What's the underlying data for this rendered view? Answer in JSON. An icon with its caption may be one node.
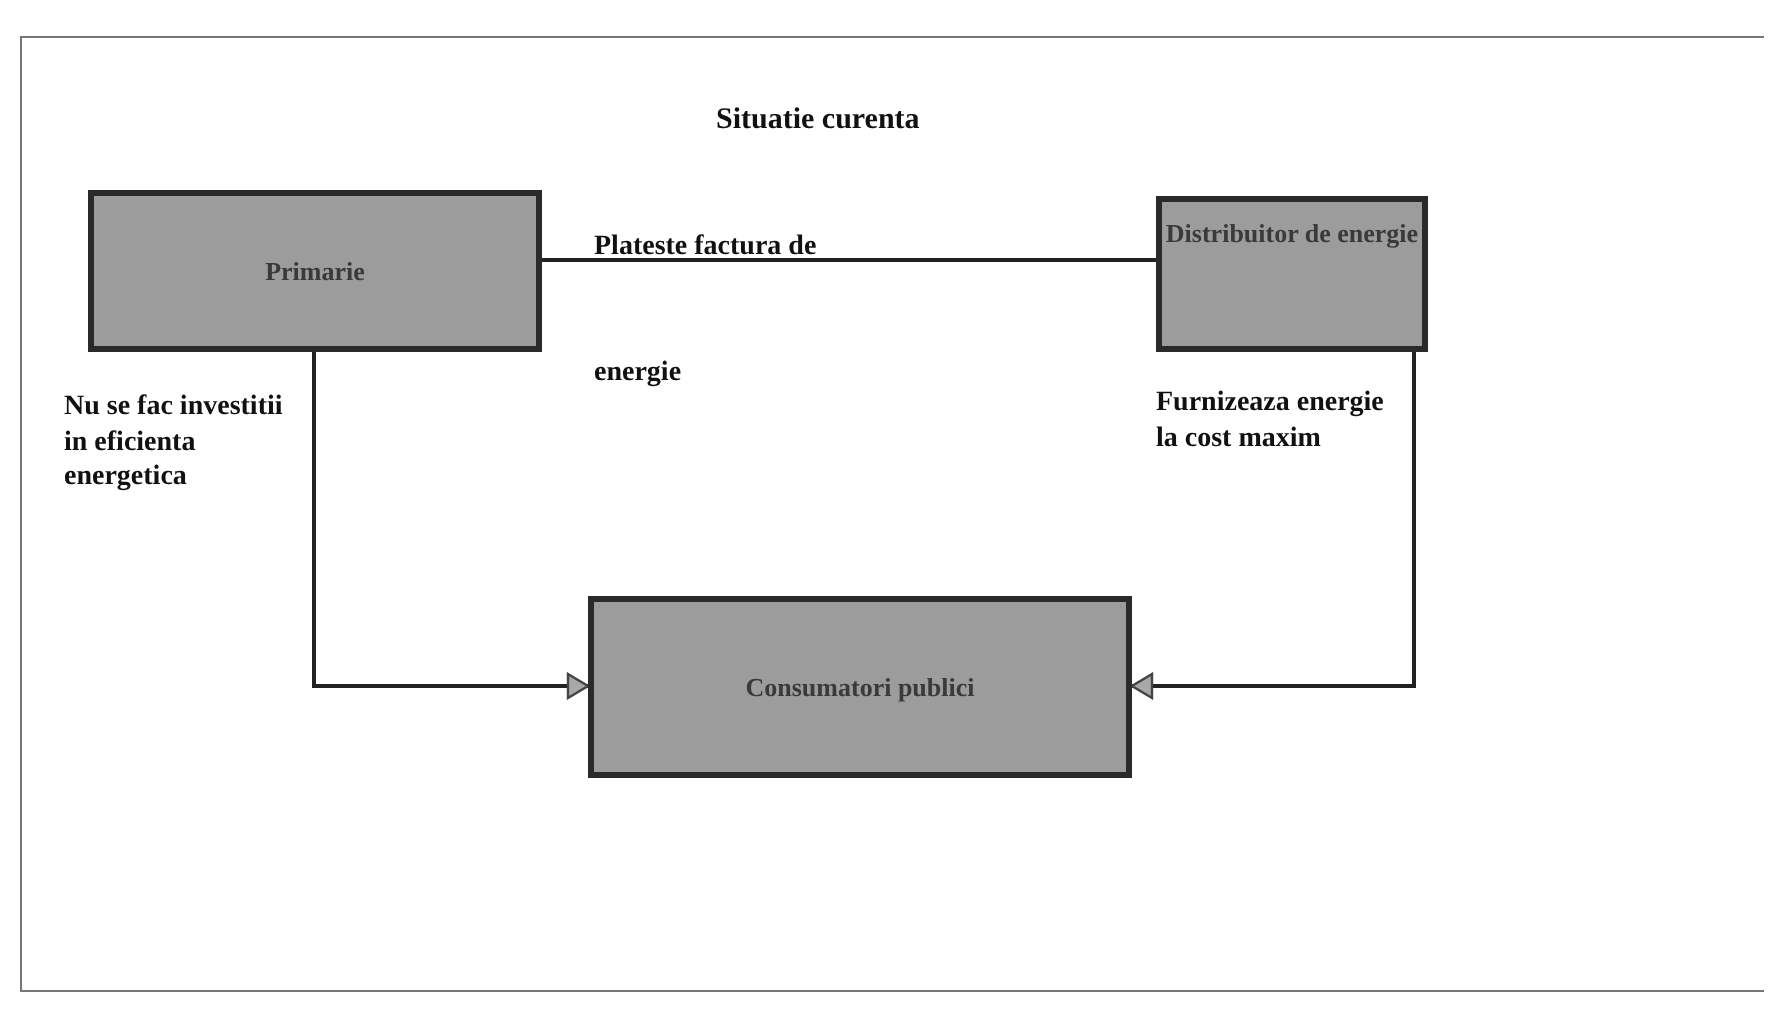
{
  "diagram": {
    "title": "Situatie curenta",
    "nodes": [
      {
        "text": [
          "Primarie"
        ]
      },
      {
        "text": [
          "Distribuitor de energie"
        ]
      },
      {
        "text": [
          "Consumatori publici"
        ]
      }
    ],
    "edges": [
      {
        "from": 0,
        "to": 1,
        "arrow": "none",
        "label": "Plateste factura de energie"
      },
      {
        "from": 0,
        "to": 2,
        "arrow": "to",
        "label": "Nu se fac investitii in eficienta energetica"
      },
      {
        "from": 1,
        "to": 2,
        "arrow": "to",
        "label": "Furnizeaza energie la cost maxim"
      }
    ]
  }
}
